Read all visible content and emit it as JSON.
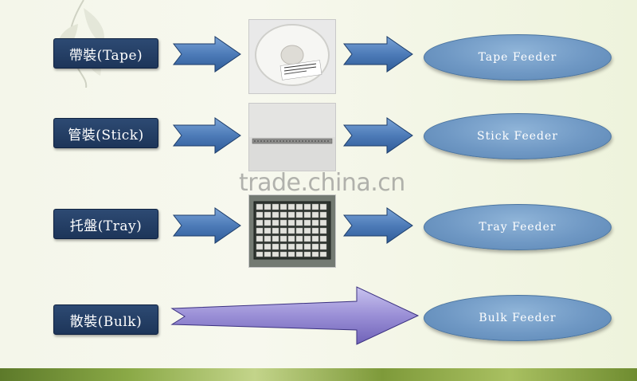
{
  "rows": [
    {
      "label": "帶裝(Tape)",
      "feeder": "Tape Feeder"
    },
    {
      "label": "管裝(Stick)",
      "feeder": "Stick Feeder"
    },
    {
      "label": "托盤(Tray)",
      "feeder": "Tray Feeder"
    },
    {
      "label": "散裝(Bulk)",
      "feeder": "Bulk Feeder"
    }
  ],
  "watermark": "trade.china.cn",
  "colors": {
    "label_box": "#1d3559",
    "arrow_fill": "#4d7bb8",
    "bulk_arrow_fill": "#9a8fd6",
    "feeder_fill": "#6f98c4"
  }
}
